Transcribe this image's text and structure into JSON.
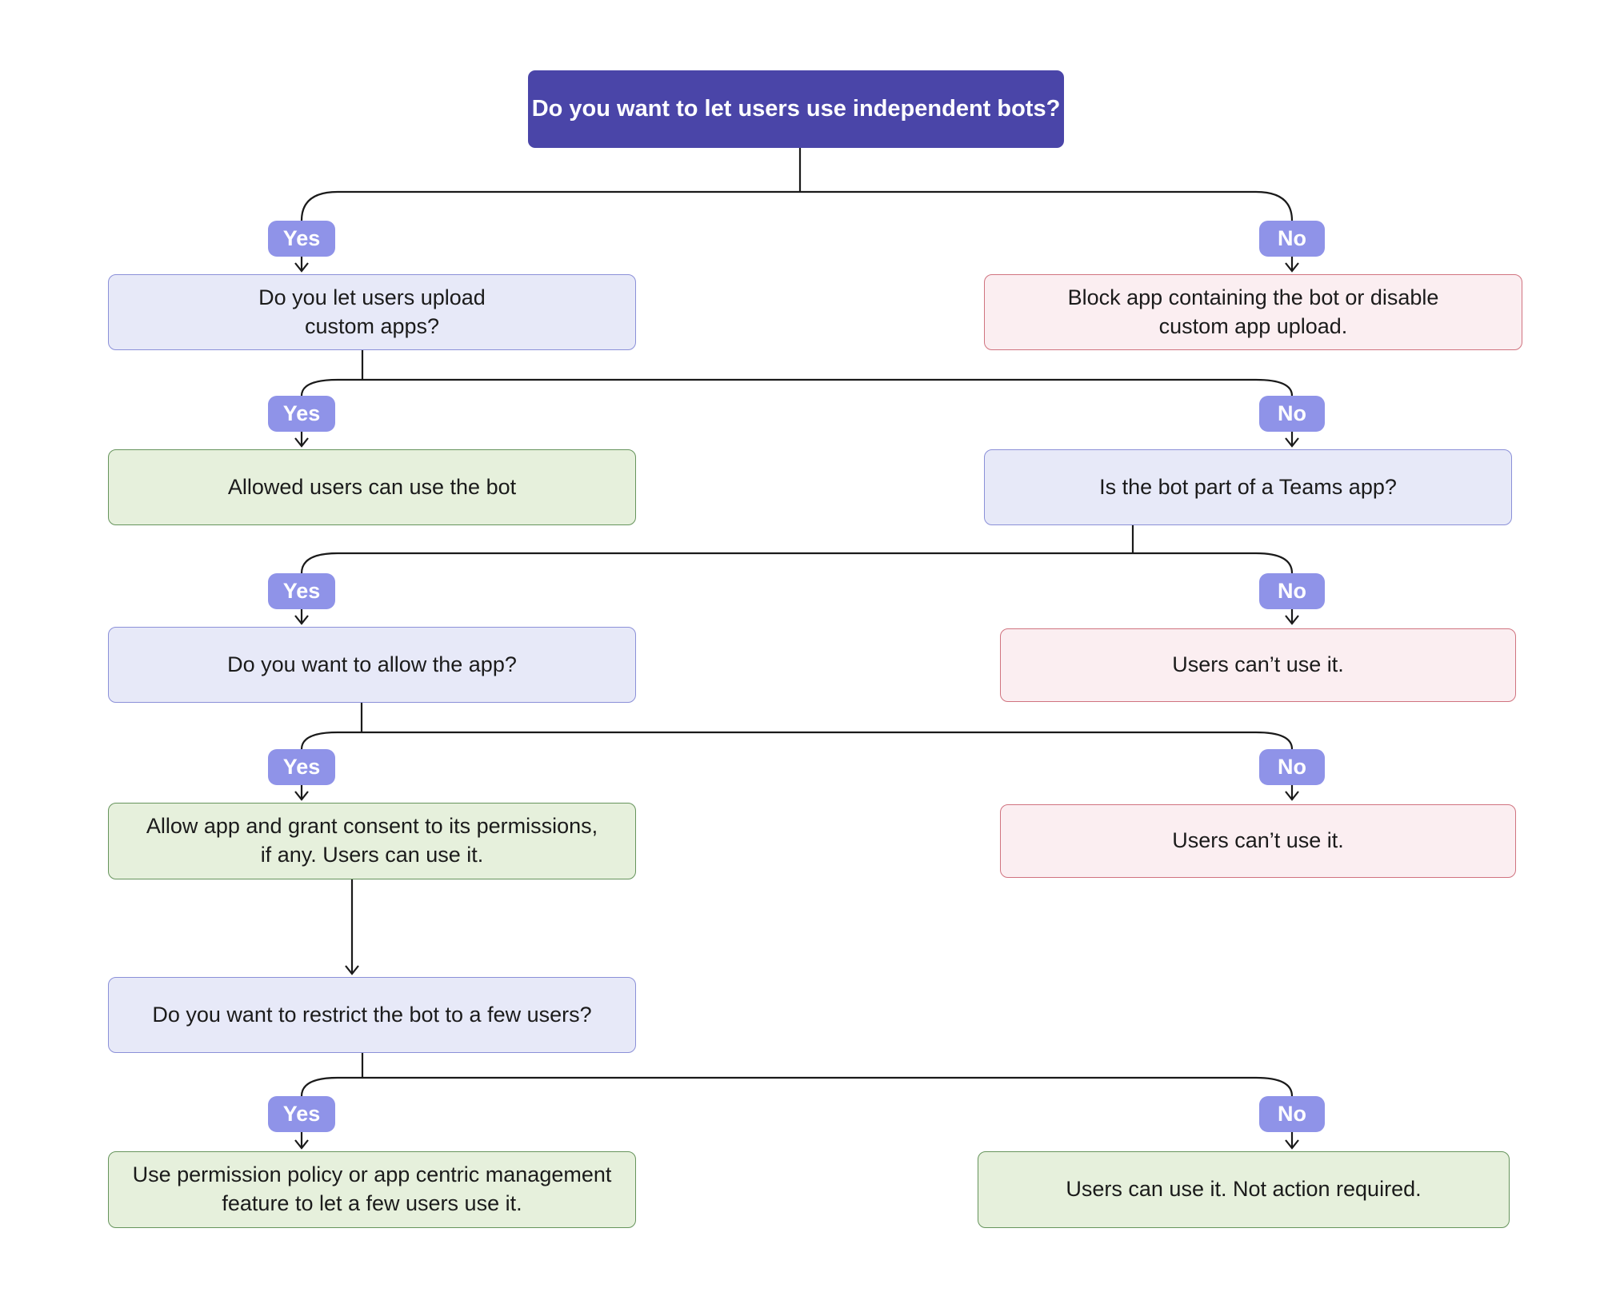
{
  "diagram": {
    "root": "Do you want to let users use independent bots?",
    "yes": "Yes",
    "no": "No",
    "q_upload": "Do you let users upload\ncustom apps?",
    "block": "Block app containing the bot or disable\ncustom app upload.",
    "allowed": "Allowed users can use the bot",
    "q_teams": "Is the bot part of a Teams app?",
    "q_allow": "Do you want to allow the app?",
    "cant_use_1": "Users can’t use it.",
    "grant": "Allow app and grant consent to its permissions,\nif any. Users can use it.",
    "q_restrict": "Do you want to restrict the bot to a few users?",
    "cant_use_2": "Users can’t use it.",
    "policy": "Use permission policy or app centric management\nfeature to let a few users use it.",
    "can_use": "Users can use it. Not action required."
  },
  "colors": {
    "root_fill": "#4a45a8",
    "pill_fill": "#8f93e8",
    "decision_fill": "#e7e9f8",
    "decision_border": "#8b90d8",
    "stop_fill": "#fbeef1",
    "stop_border": "#d0737f",
    "go_fill": "#e6f0dc",
    "go_border": "#66945c",
    "line": "#1a1a1a",
    "text": "#1b1b1b"
  }
}
